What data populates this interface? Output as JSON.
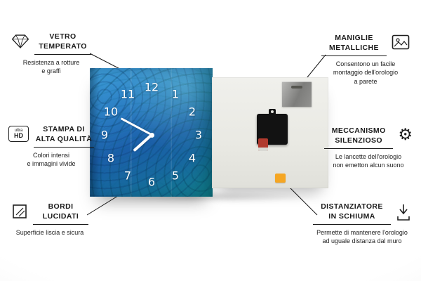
{
  "page": {
    "background": "#ffffff",
    "line_color": "#1a1a1a"
  },
  "clock": {
    "numerals": [
      "12",
      "1",
      "2",
      "3",
      "4",
      "5",
      "6",
      "7",
      "8",
      "9",
      "10",
      "11"
    ]
  },
  "icons": {
    "ultra_hd_top": "ultra",
    "ultra_hd_bottom": "HD",
    "gear_glyph": "⚙"
  },
  "colors": {
    "clock_blue": "#2374b8",
    "foam_orange": "#f5a623",
    "mechanism_black": "#121212",
    "battery_red": "#b03a2e"
  },
  "callouts": [
    {
      "id": "vetro-temperato",
      "icon": "diamond-icon",
      "title_lines": [
        "VETRO",
        "TEMPERATO"
      ],
      "subtitle_lines": [
        "Resistenza a rotture",
        "e graffi"
      ]
    },
    {
      "id": "stampa-alta-qualita",
      "icon": "ultra-hd-icon",
      "title_lines": [
        "STAMPA DI",
        "ALTA QUALITÀ"
      ],
      "subtitle_lines": [
        "Colori intensi",
        "e immagini vivide"
      ]
    },
    {
      "id": "bordi-lucidati",
      "icon": "polished-edge-icon",
      "title_lines": [
        "BORDI",
        "LUCIDATI"
      ],
      "subtitle_lines": [
        "Superficie liscia e sicura"
      ]
    },
    {
      "id": "maniglie-metalliche",
      "icon": "picture-frame-icon",
      "title_lines": [
        "MANIGLIE",
        "METALLICHE"
      ],
      "subtitle_lines": [
        "Consentono un facile",
        "montaggio dell'orologio",
        "a parete"
      ]
    },
    {
      "id": "meccanismo-silenzioso",
      "icon": "gear-icon",
      "title_lines": [
        "MECCANISMO",
        "SILENZIOSO"
      ],
      "subtitle_lines": [
        "Le lancette dell'orologio",
        "non emetton alcun suono"
      ]
    },
    {
      "id": "distanziatore-schiuma",
      "icon": "spacer-icon",
      "title_lines": [
        "DISTANZIATORE",
        "IN SCHIUMA"
      ],
      "subtitle_lines": [
        "Permette di mantenere l'orologio",
        "ad uguale distanza dal muro"
      ]
    }
  ]
}
